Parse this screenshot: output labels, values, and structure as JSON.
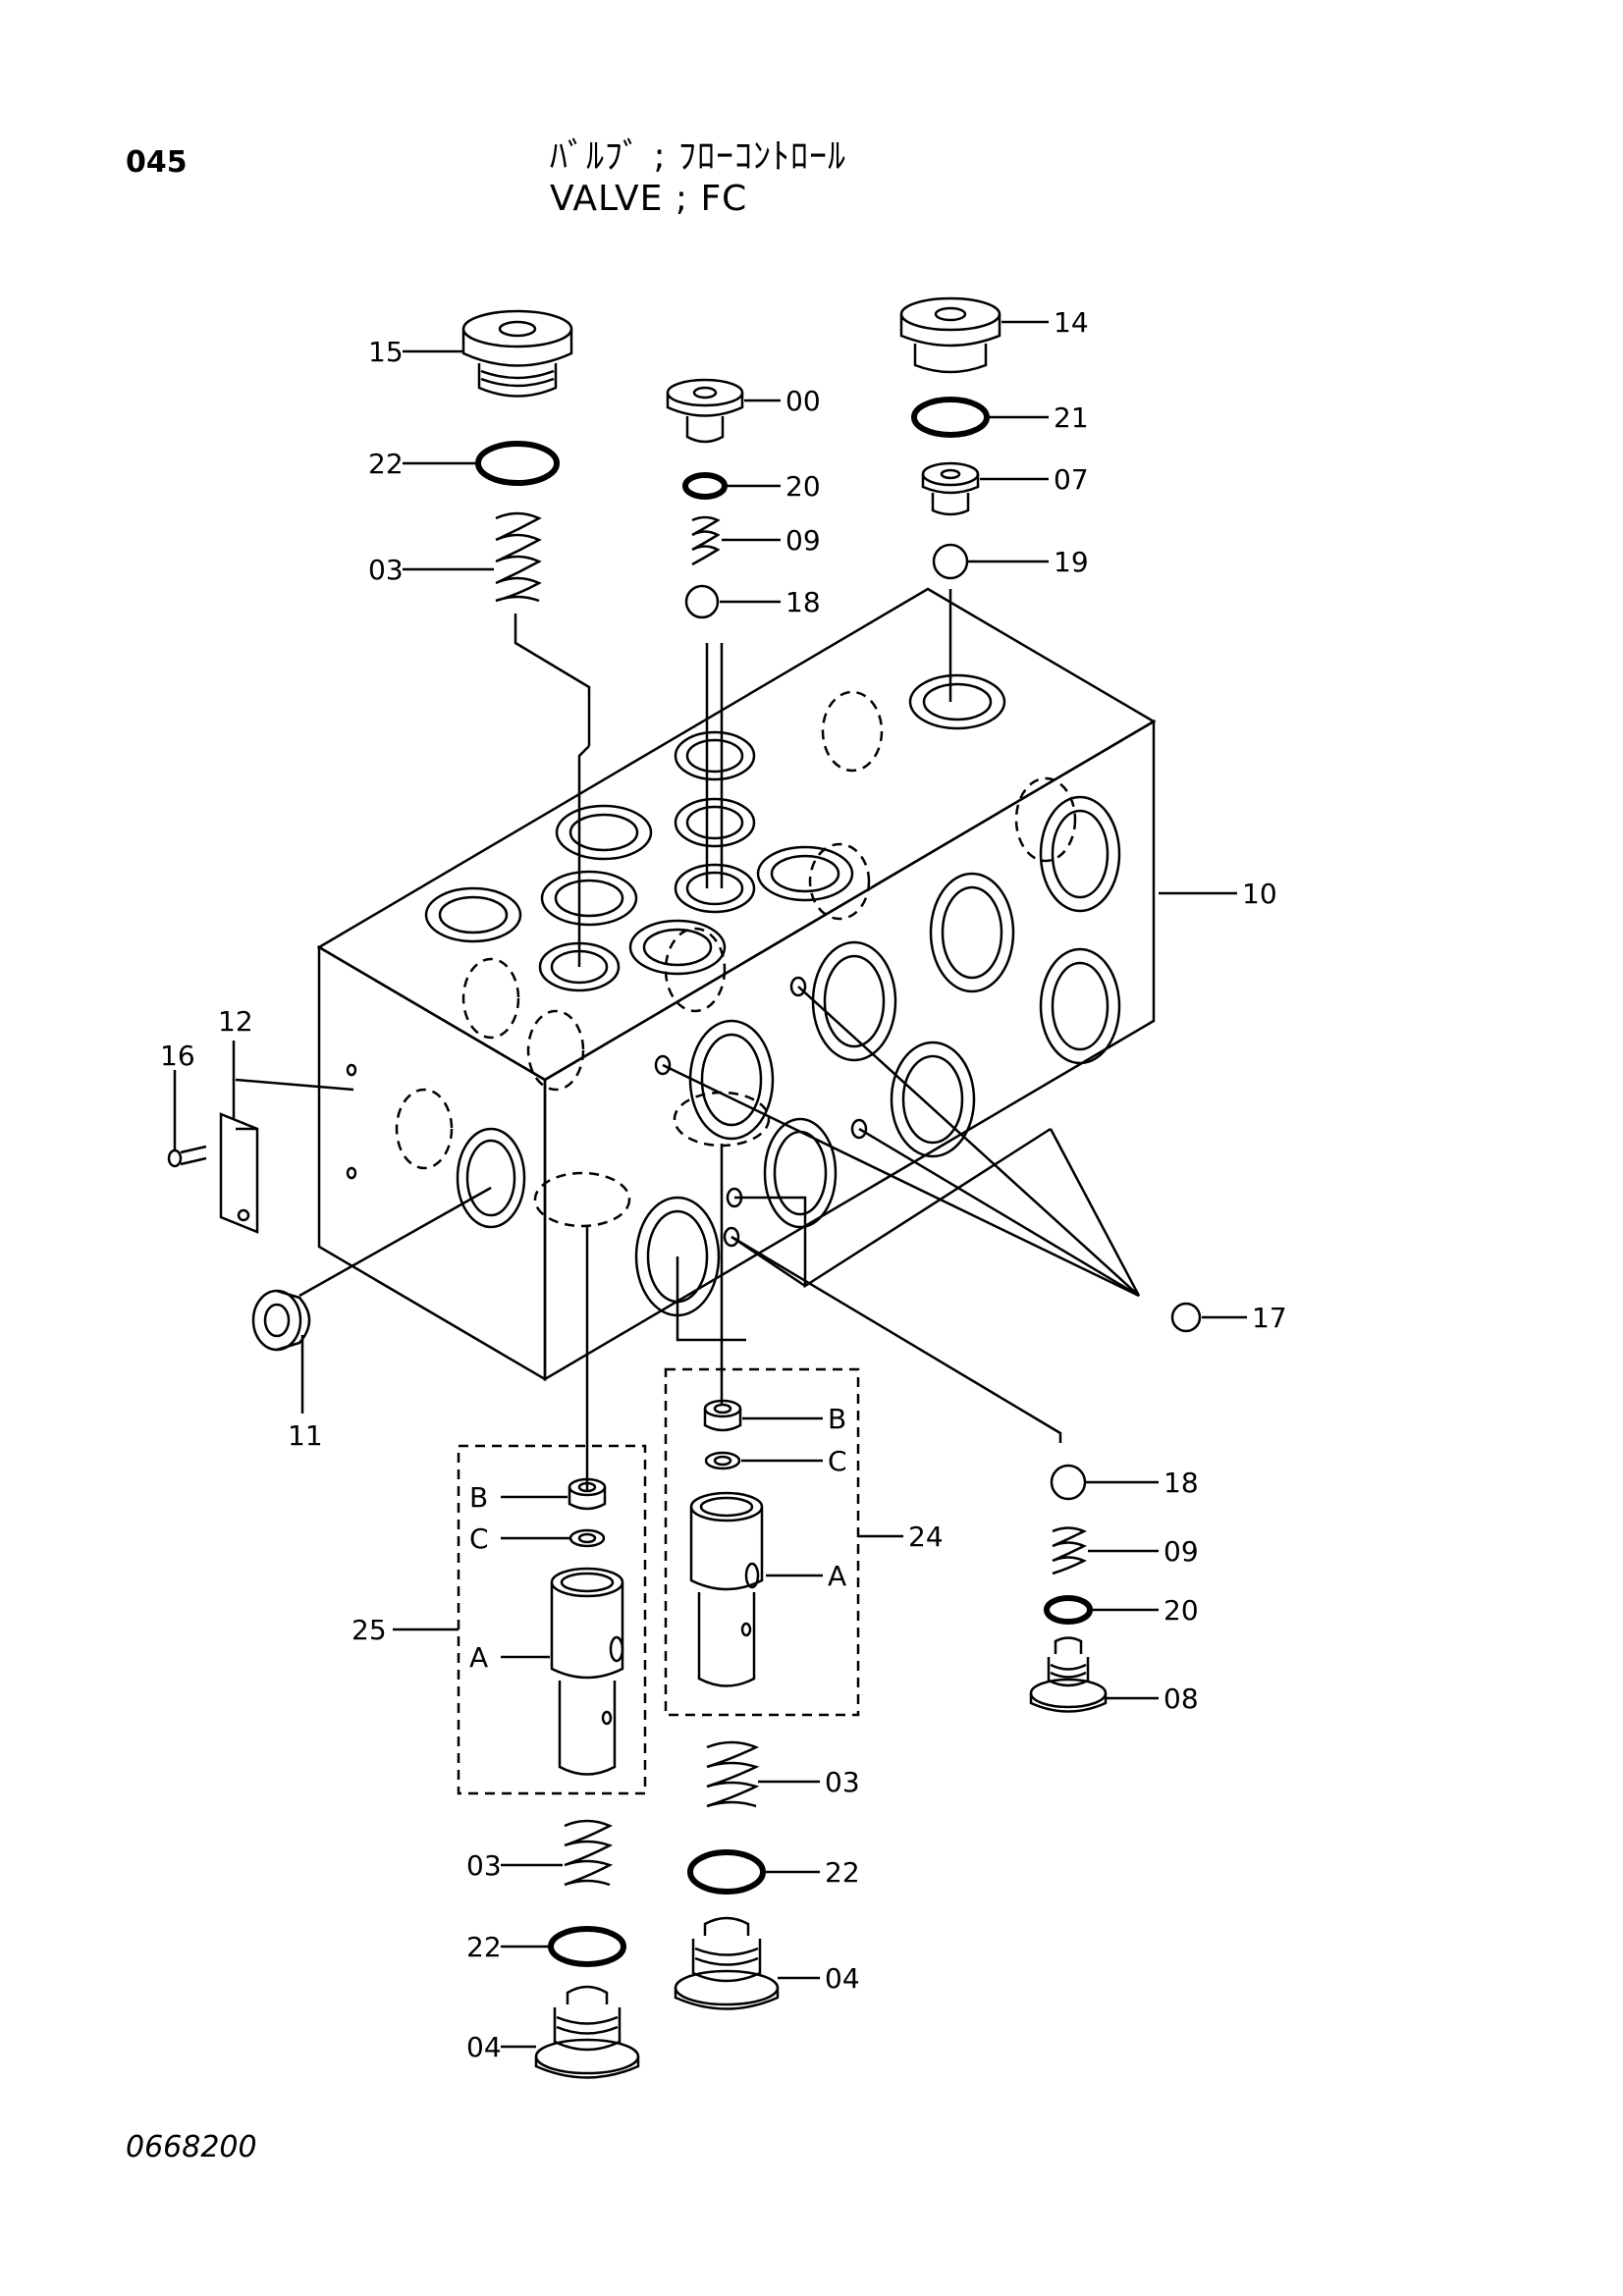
{
  "header": {
    "page_number": "045",
    "title_jp": "ﾊﾞﾙﾌﾞ ; ﾌﾛｰｺﾝﾄﾛｰﾙ",
    "title_en": "VALVE ; FC"
  },
  "footer": {
    "drawing_number": "0668200"
  },
  "callouts": {
    "c15": "15",
    "c22a": "22",
    "c03a": "03",
    "c00": "00",
    "c20a": "20",
    "c09a": "09",
    "c18a": "18",
    "c14": "14",
    "c21": "21",
    "c07": "07",
    "c19": "19",
    "c10": "10",
    "c12": "12",
    "c16": "16",
    "c11": "11",
    "c17": "17",
    "c18b": "18",
    "c09b": "09",
    "c20b": "20",
    "c08": "08",
    "c24": "24",
    "c24B": "B",
    "c24C": "C",
    "c24A": "A",
    "c25": "25",
    "c25B": "B",
    "c25C": "C",
    "c25A": "A",
    "c03b": "03",
    "c22b": "22",
    "c04b": "04",
    "c03c": "03",
    "c22c": "22",
    "c04c": "04"
  }
}
